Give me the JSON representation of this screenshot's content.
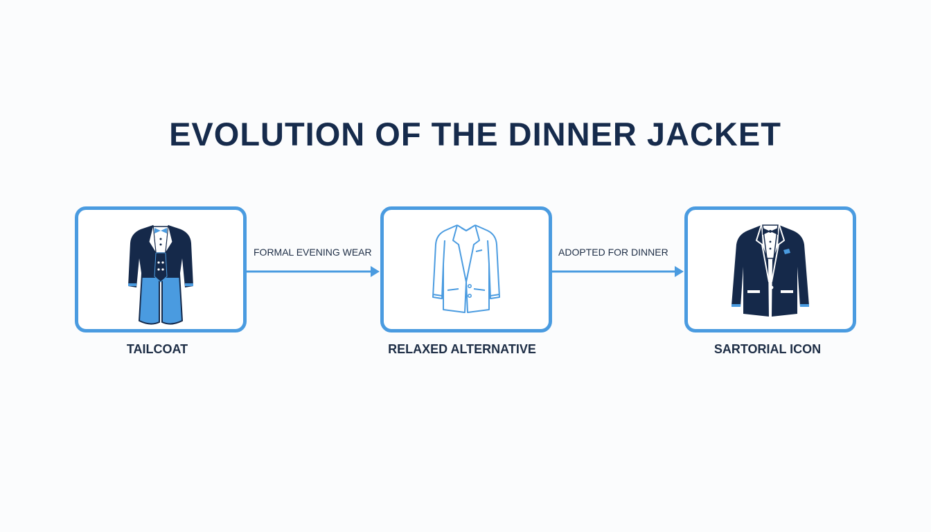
{
  "title": "EVOLUTION OF THE DINNER JACKET",
  "stages": [
    {
      "label": "TAILCOAT",
      "icon": "tailcoat-icon"
    },
    {
      "label": "RELAXED ALTERNATIVE",
      "icon": "lounge-jacket-outline-icon"
    },
    {
      "label": "SARTORIAL ICON",
      "icon": "tuxedo-jacket-icon"
    }
  ],
  "connectors": [
    {
      "label": "FORMAL EVENING WEAR"
    },
    {
      "label": "ADOPTED FOR DINNER"
    }
  ],
  "colors": {
    "title": "#162b4c",
    "box_border": "#4a9be0",
    "navy": "#15294a",
    "accent_blue": "#4a9be0",
    "label": "#1d2d45"
  }
}
